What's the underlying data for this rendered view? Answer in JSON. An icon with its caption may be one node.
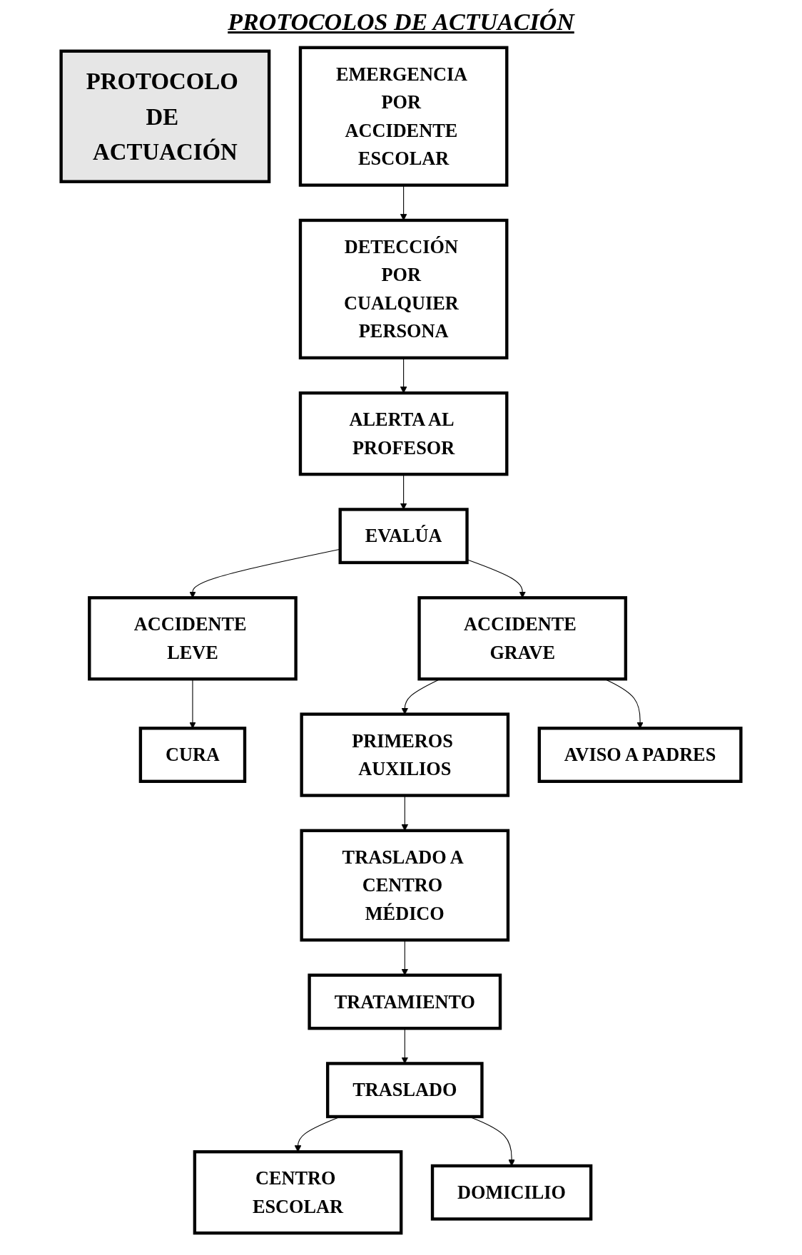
{
  "diagram": {
    "title": "PROTOCOLOS DE ACTUACIÓN",
    "nodes": [
      {
        "text": [
          "PROTOCOLO DE ACTUACIÓN"
        ]
      },
      {
        "text": [
          "EMERGENCIA POR ACCIDENTE ESCOLAR"
        ]
      },
      {
        "text": [
          "DETECCIÓN POR CUALQUIER PERSONA"
        ]
      },
      {
        "text": [
          "ALERTA AL PROFESOR"
        ]
      },
      {
        "text": [
          "EVALÚA"
        ]
      },
      {
        "text": [
          "ACCIDENTE LEVE"
        ]
      },
      {
        "text": [
          "ACCIDENTE GRAVE"
        ]
      },
      {
        "text": [
          "CURA"
        ]
      },
      {
        "text": [
          "PRIMEROS AUXILIOS"
        ]
      },
      {
        "text": [
          "AVISO A PADRES"
        ]
      },
      {
        "text": [
          "TRASLADO A CENTRO MÉDICO"
        ]
      },
      {
        "text": [
          "TRATAMIENTO"
        ]
      },
      {
        "text": [
          "TRASLADO"
        ]
      },
      {
        "text": [
          "CENTRO ESCOLAR"
        ]
      },
      {
        "text": [
          "DOMICILIO"
        ]
      }
    ],
    "edges": [
      {
        "from": 1,
        "to": 2,
        "arrow": "to"
      },
      {
        "from": 2,
        "to": 3,
        "arrow": "to"
      },
      {
        "from": 3,
        "to": 4,
        "arrow": "to"
      },
      {
        "from": 4,
        "to": 5,
        "arrow": "to"
      },
      {
        "from": 4,
        "to": 6,
        "arrow": "to"
      },
      {
        "from": 5,
        "to": 7,
        "arrow": "to"
      },
      {
        "from": 6,
        "to": 8,
        "arrow": "to"
      },
      {
        "from": 6,
        "to": 9,
        "arrow": "to"
      },
      {
        "from": 8,
        "to": 10,
        "arrow": "to"
      },
      {
        "from": 10,
        "to": 11,
        "arrow": "to"
      },
      {
        "from": 11,
        "to": 12,
        "arrow": "to"
      },
      {
        "from": 12,
        "to": 13,
        "arrow": "to"
      },
      {
        "from": 12,
        "to": 14,
        "arrow": "to"
      }
    ]
  }
}
